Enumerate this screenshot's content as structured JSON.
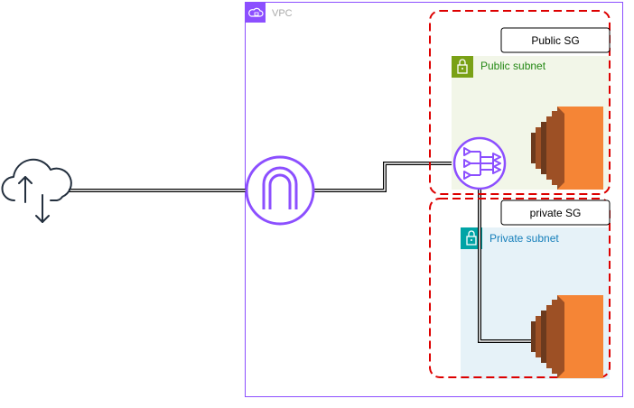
{
  "vpc": {
    "label": "VPC",
    "border_color": "#8c4fff"
  },
  "public_subnet": {
    "label": "Public subnet",
    "fill": "#f2f6e8",
    "label_color": "#248814",
    "icon": "padlock-icon"
  },
  "private_subnet": {
    "label": "Private subnet",
    "fill": "#e6f2f8",
    "label_color": "#147eba",
    "icon": "padlock-icon"
  },
  "public_sg": {
    "label": "Public SG",
    "border_color": "#dd0000"
  },
  "private_sg": {
    "label": "private SG",
    "border_color": "#dd0000"
  },
  "internet": {
    "icon": "cloud-upload-download-icon"
  },
  "internet_gateway": {
    "icon": "internet-gateway-icon",
    "color": "#8c4fff"
  },
  "nat_gateway": {
    "icon": "nat-gateway-icon",
    "color": "#8c4fff"
  },
  "ec2_public": {
    "icon": "ec2-instance-icon",
    "color": "#ed7100"
  },
  "ec2_private": {
    "icon": "ec2-instance-icon",
    "color": "#ed7100"
  }
}
